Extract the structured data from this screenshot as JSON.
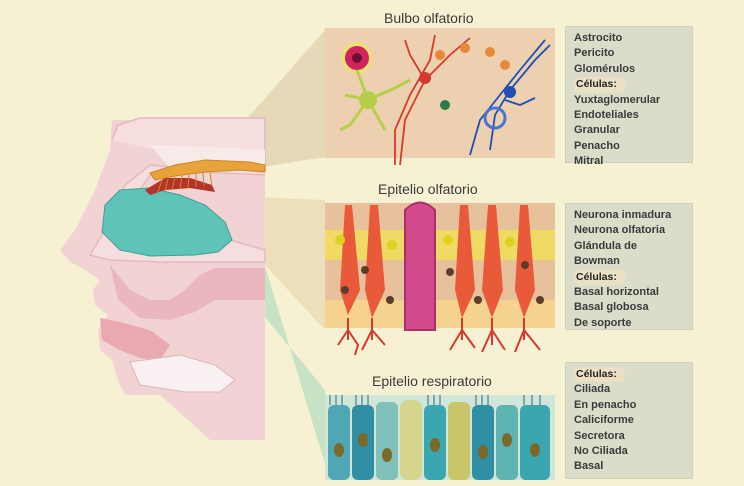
{
  "titles": {
    "bulbo": "Bulbo olfatorio",
    "epitelio_olfatorio": "Epitelio olfatorio",
    "epitelio_respiratorio": "Epitelio respiratorio"
  },
  "legend_bulbo": {
    "items": [
      "Astrocito",
      "Pericito",
      "Glomérulos"
    ],
    "cells_label": "Células:",
    "cells": [
      "Yuxtaglomerular",
      "Endoteliales",
      "Granular",
      "Penacho",
      "Mitral"
    ]
  },
  "legend_olfatorio": {
    "items": [
      "Neurona inmadura",
      "Neurona olfatoria",
      "Glándula de",
      "Bowman"
    ],
    "cells_label": "Células:",
    "cells": [
      "Basal horizontal",
      "Basal globosa",
      "De soporte"
    ]
  },
  "legend_respiratorio": {
    "cells_label": "Células:",
    "cells": [
      "Ciliada",
      "En penacho",
      "Caliciforme",
      "Secretora",
      "No Ciliada",
      "Basal"
    ]
  },
  "colors": {
    "background": "#f6f1d2",
    "skin": "#f2d6d6",
    "nasal_cavity": "#5ec4b8",
    "olfactory_bulb": "#e8a43a",
    "legend_box": "#dcdccb"
  }
}
